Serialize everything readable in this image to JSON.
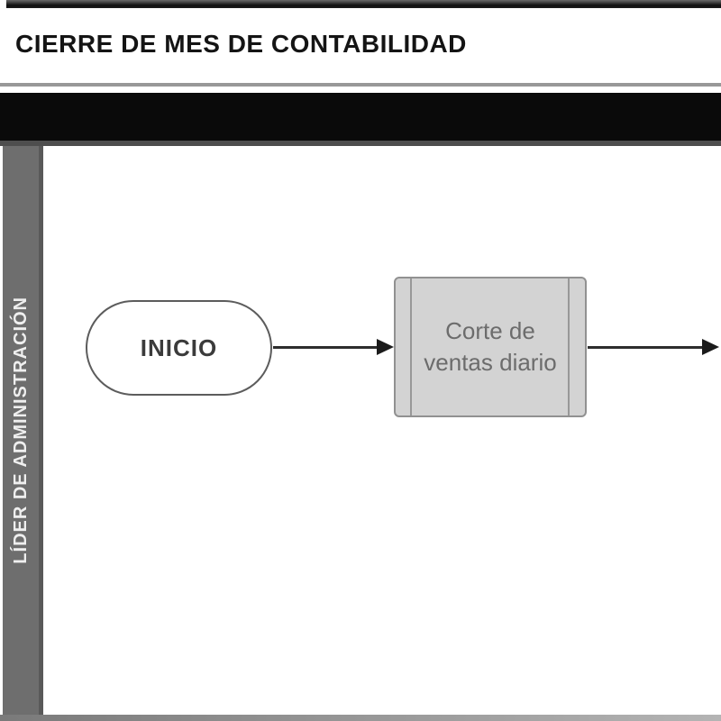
{
  "header": {
    "title": "CIERRE DE MES DE CONTABILIDAD"
  },
  "diagram": {
    "lane": {
      "label": "LÍDER DE ADMINISTRACIÓN"
    },
    "nodes": [
      {
        "id": "start",
        "type": "terminator",
        "label": "INICIO"
      },
      {
        "id": "corte-ventas-diario",
        "type": "process",
        "label": "Corte de ventas diario"
      }
    ],
    "edges": [
      {
        "from": "start",
        "to": "corte-ventas-diario",
        "direction": "right"
      },
      {
        "from": "corte-ventas-diario",
        "to": "offscreen-right",
        "direction": "right"
      }
    ]
  },
  "colors": {
    "header_band": "#0a0a0a",
    "lane_fill": "#6e6e6e",
    "lane_text": "#efefef",
    "terminator_fill": "#ffffff",
    "terminator_border": "#5c5c5c",
    "process_fill": "#d3d3d3",
    "process_border": "#919191",
    "process_text": "#6c6c6c",
    "arrow": "#2d2d2d"
  }
}
